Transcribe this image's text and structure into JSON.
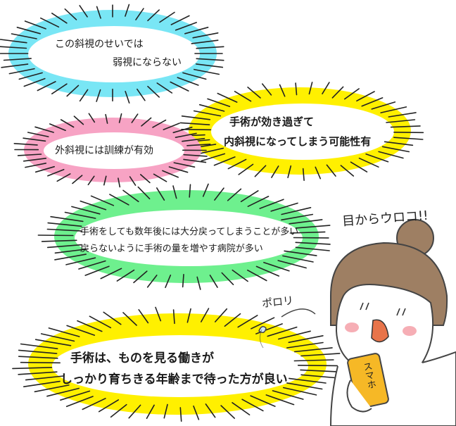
{
  "bubbles": {
    "cyan": {
      "line1": "この斜視のせいでは",
      "line2": "弱視にならない",
      "color": "#79e6f5"
    },
    "yellow_top": {
      "line1": "手術が効き過ぎて",
      "line2": "内斜視になってしまう可能性有",
      "color": "#fff000"
    },
    "pink": {
      "line1": "外斜視には訓練が有効",
      "color": "#f7a3c4"
    },
    "green": {
      "line1": "手術をしても数年後には大分戻ってしまうことが多い",
      "line2": "戻らないように手術の量を増やす病院が多い",
      "color": "#6ef08e"
    },
    "yellow_bottom": {
      "line1": "手術は、ものを見る働きが",
      "line2": "しっかり育ちきる年齢まで待った方が良い",
      "color": "#fff000"
    }
  },
  "character": {
    "exclaim": "目からウロコ!!",
    "drop_sound": "ポロリ",
    "phone_label": "スマホ"
  }
}
